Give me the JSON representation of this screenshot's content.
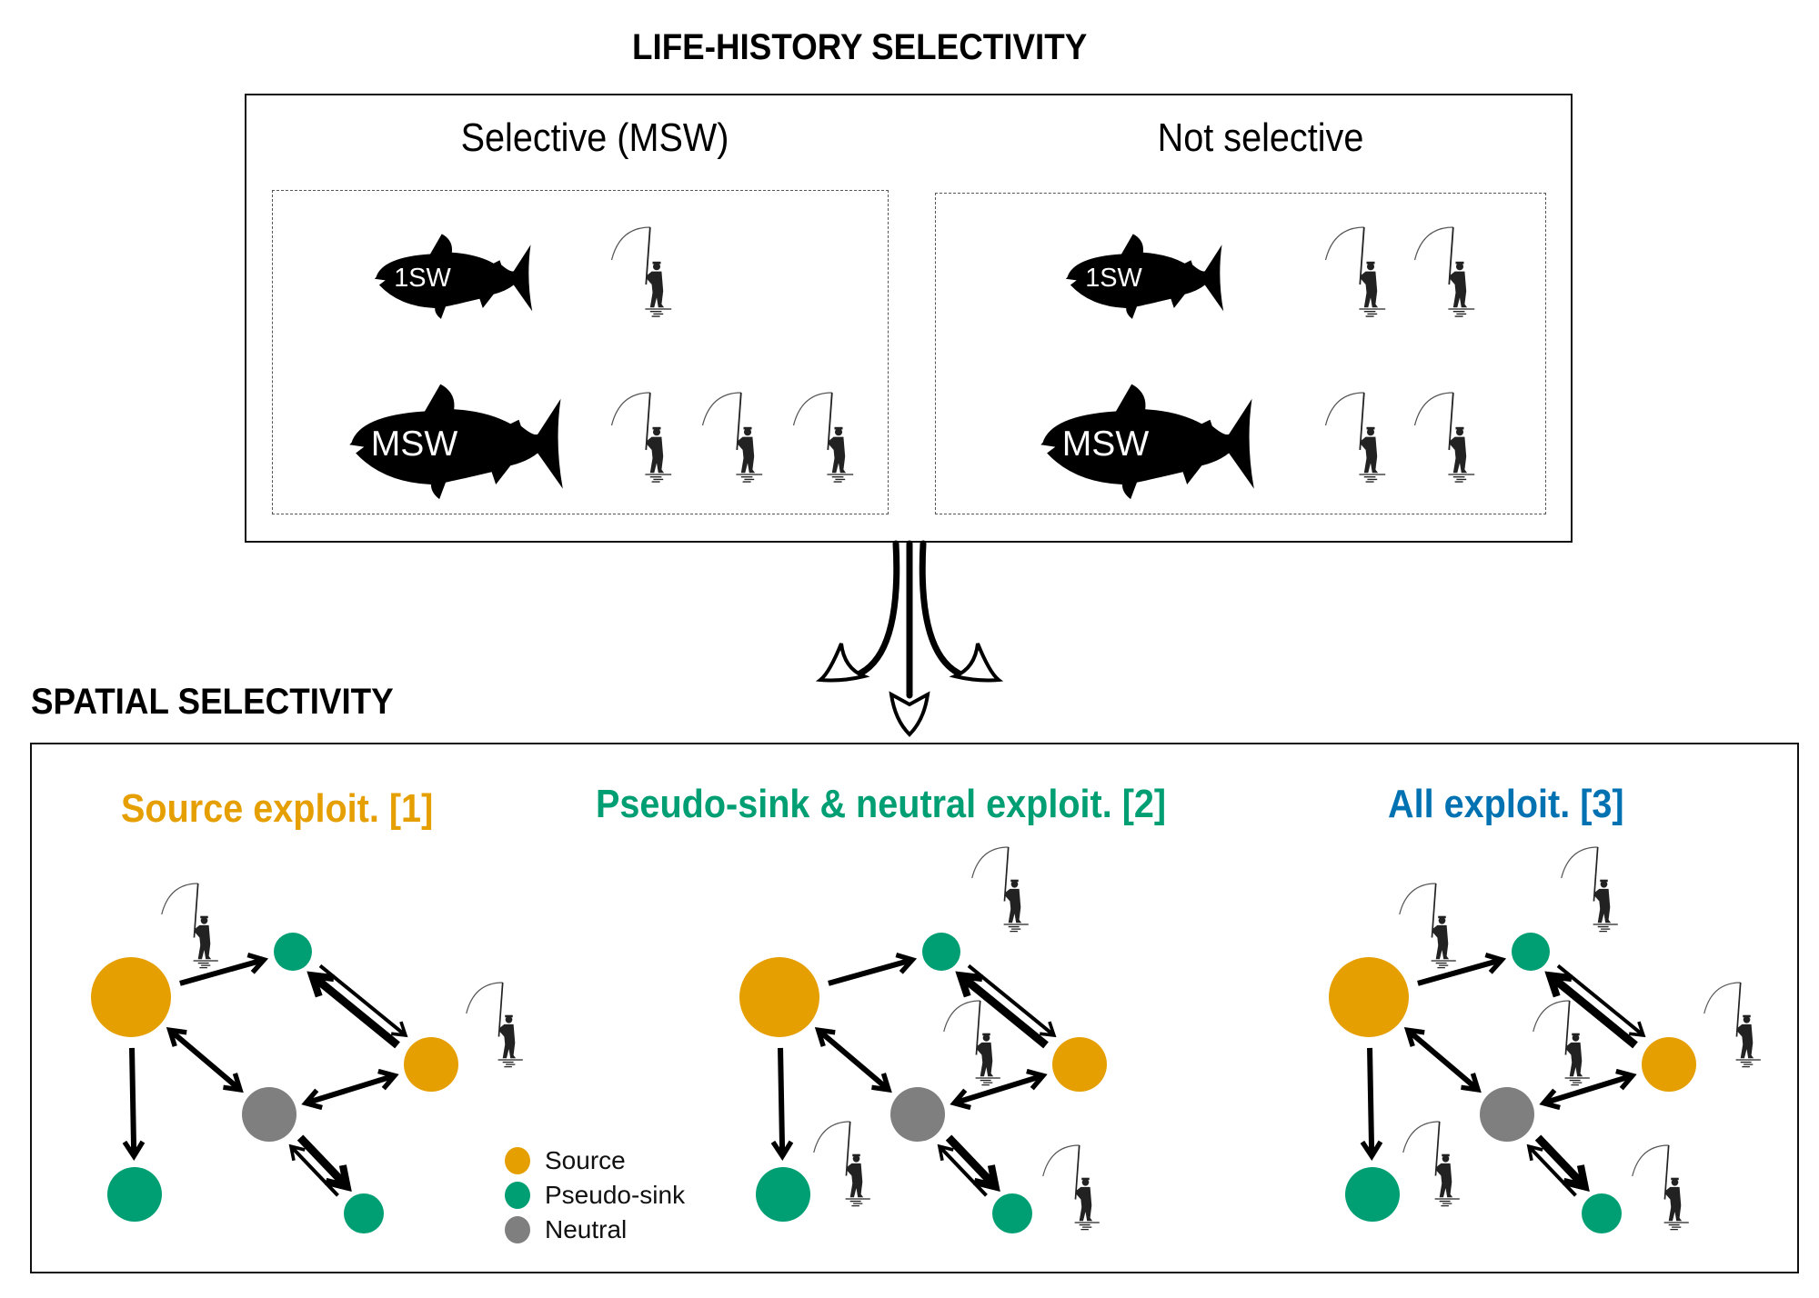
{
  "life_history": {
    "title": "LIFE-HISTORY SELECTIVITY",
    "panels": [
      {
        "heading": "Selective (MSW)",
        "rows": [
          {
            "fish_label": "1SW",
            "fish_icon": "salmon-small-icon",
            "fishers": 1
          },
          {
            "fish_label": "MSW",
            "fish_icon": "salmon-large-icon",
            "fishers": 3
          }
        ]
      },
      {
        "heading": "Not selective",
        "rows": [
          {
            "fish_label": "1SW",
            "fish_icon": "salmon-small-icon",
            "fishers": 2
          },
          {
            "fish_label": "MSW",
            "fish_icon": "salmon-large-icon",
            "fishers": 2
          }
        ]
      }
    ]
  },
  "connector": {
    "icon": "three-way-arrow-icon"
  },
  "spatial": {
    "title": "SPATIAL SELECTIVITY",
    "colors": {
      "source": "#E69F00",
      "pseudo_sink": "#009E73",
      "neutral": "#7F7F7F",
      "all": "#0072B2"
    },
    "scenarios": [
      {
        "title": "Source exploit. [1]",
        "color": "#E69F00",
        "exploited": [
          "source",
          "source2"
        ]
      },
      {
        "title": "Pseudo-sink & neutral exploit. [2]",
        "color": "#009E73",
        "exploited": [
          "psink1",
          "neutral",
          "psink2",
          "psink3"
        ]
      },
      {
        "title": "All exploit. [3]",
        "color": "#0072B2",
        "exploited": [
          "source",
          "psink1",
          "neutral",
          "source2",
          "psink2",
          "psink3"
        ]
      }
    ],
    "nodes": [
      {
        "id": "source",
        "type": "source"
      },
      {
        "id": "psink1",
        "type": "pseudo_sink"
      },
      {
        "id": "source2",
        "type": "source"
      },
      {
        "id": "neutral",
        "type": "neutral"
      },
      {
        "id": "psink2",
        "type": "pseudo_sink"
      },
      {
        "id": "psink3",
        "type": "pseudo_sink"
      }
    ],
    "edges": [
      {
        "from": "source",
        "to": "psink1",
        "kind": "one-way"
      },
      {
        "from": "source",
        "to": "psink2",
        "kind": "one-way"
      },
      {
        "from": "source",
        "to": "neutral",
        "kind": "two-way"
      },
      {
        "from": "neutral",
        "to": "source2",
        "kind": "two-way"
      },
      {
        "from": "source2",
        "to": "psink1",
        "kind": "pair-strong"
      },
      {
        "from": "psink1",
        "to": "source2",
        "kind": "pair-weak"
      },
      {
        "from": "neutral",
        "to": "psink3",
        "kind": "pair-strong"
      },
      {
        "from": "psink3",
        "to": "neutral",
        "kind": "pair-weak"
      }
    ],
    "legend": [
      {
        "label": "Source",
        "color": "#E69F00"
      },
      {
        "label": "Pseudo-sink",
        "color": "#009E73"
      },
      {
        "label": "Neutral",
        "color": "#7F7F7F"
      }
    ]
  }
}
